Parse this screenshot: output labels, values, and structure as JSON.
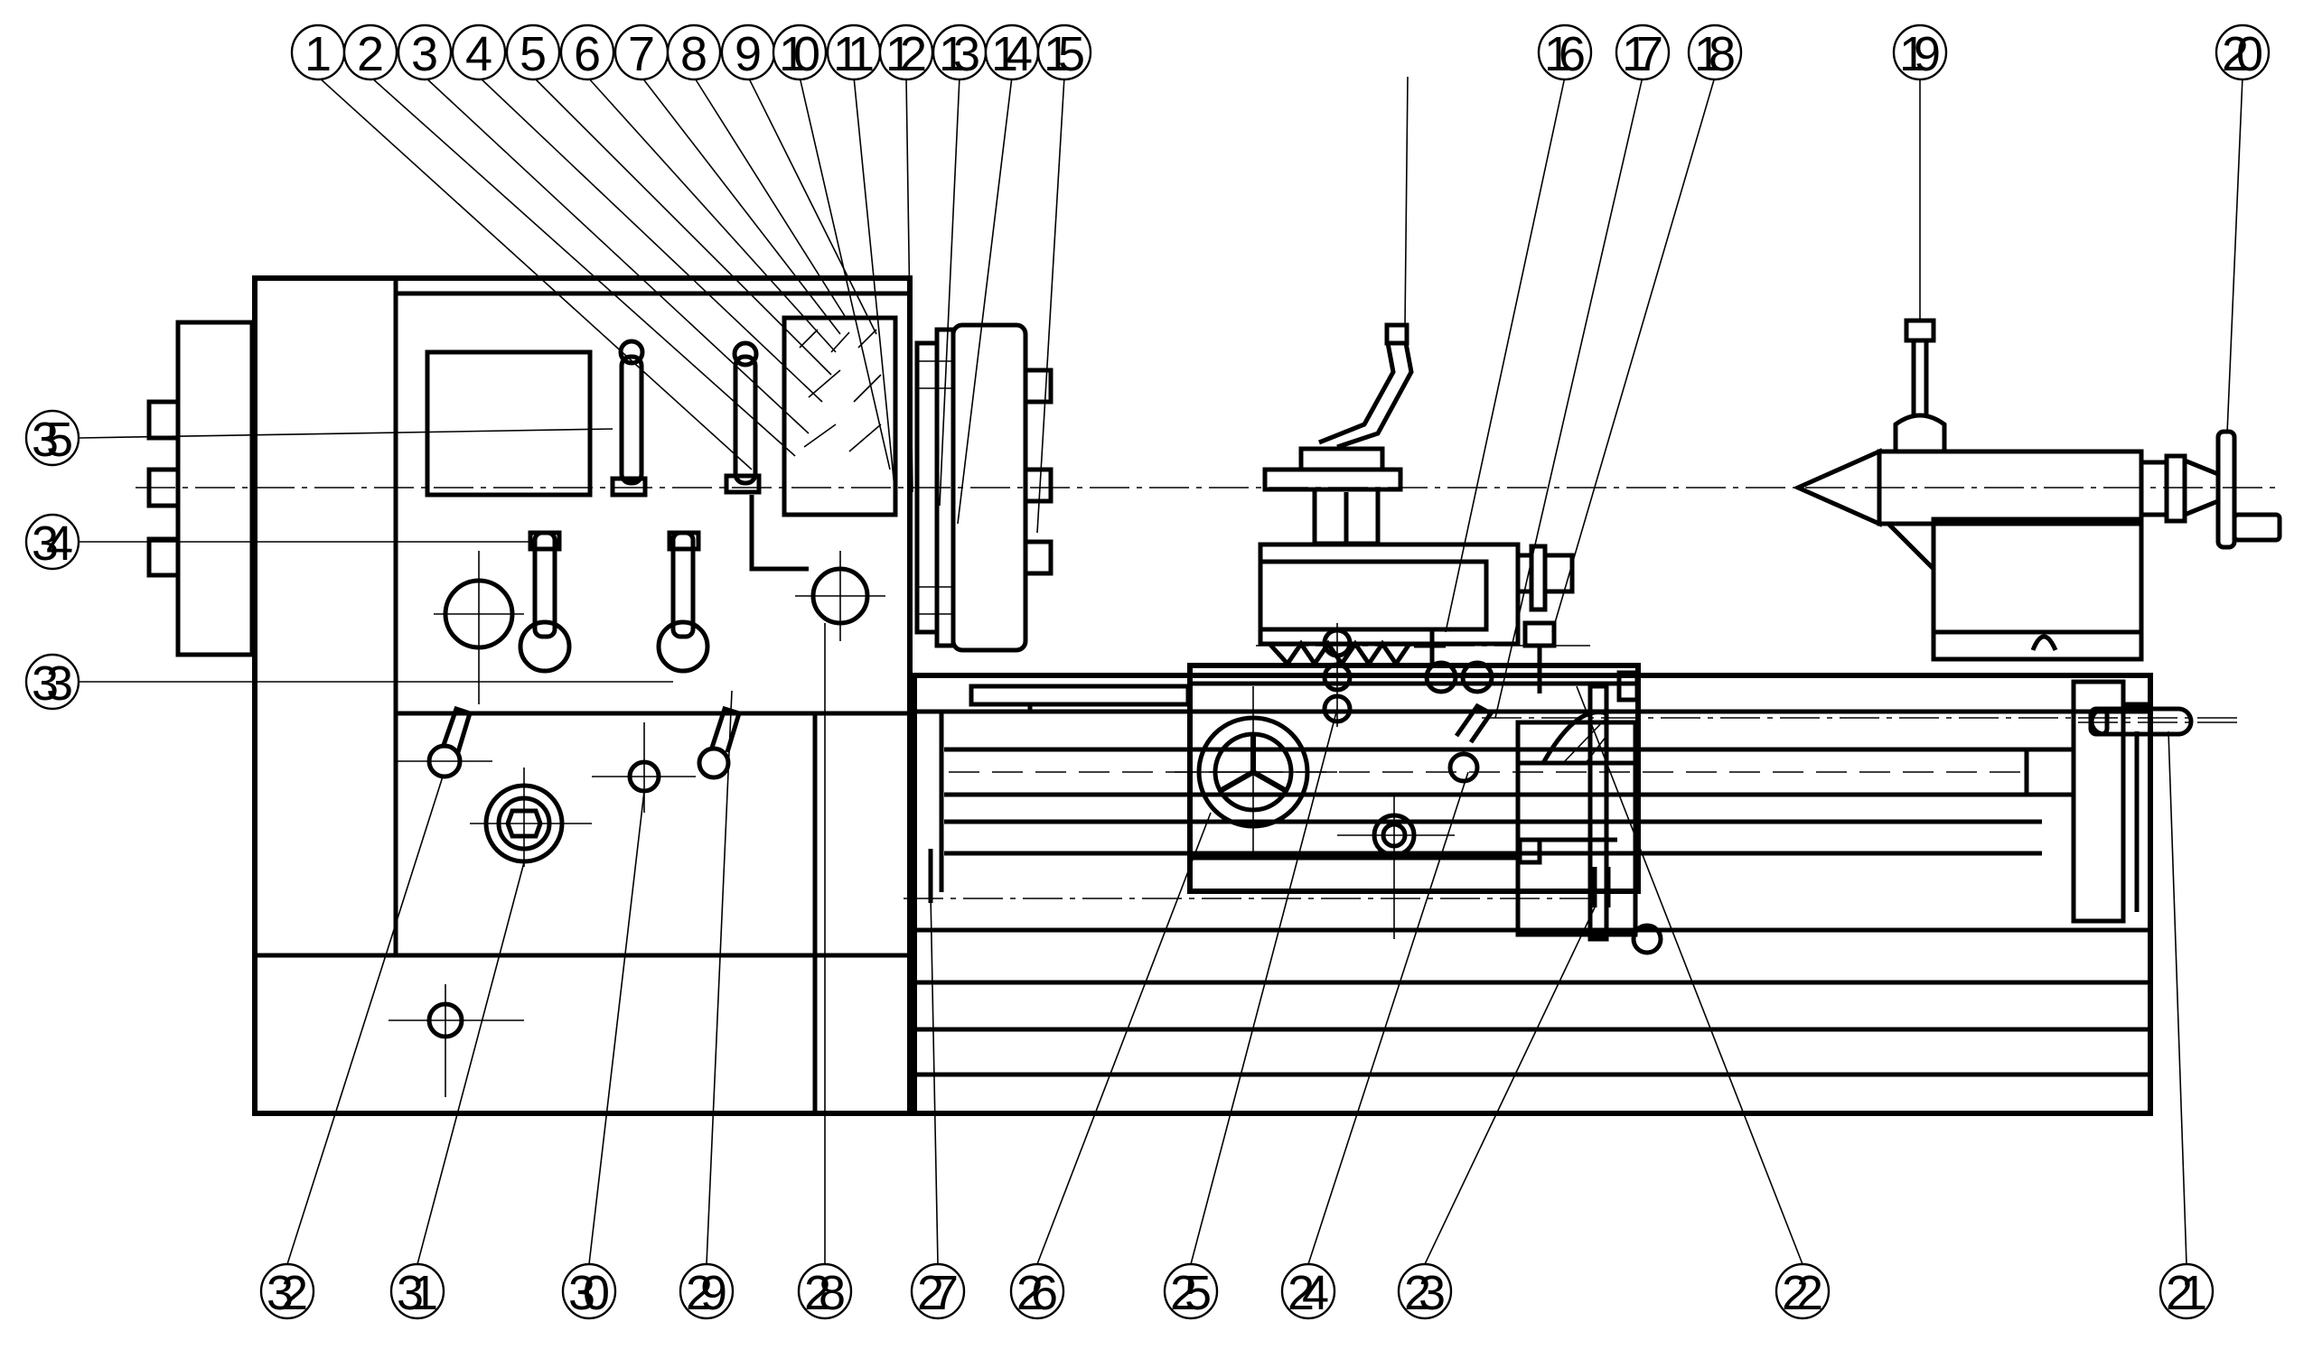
{
  "diagram": {
    "colors": {
      "ink": "#000000",
      "paper": "#ffffff"
    },
    "callouts": [
      {
        "n": "1",
        "label": "1",
        "side": "top"
      },
      {
        "n": "2",
        "label": "2",
        "side": "top"
      },
      {
        "n": "3",
        "label": "3",
        "side": "top"
      },
      {
        "n": "4",
        "label": "4",
        "side": "top"
      },
      {
        "n": "5",
        "label": "5",
        "side": "top"
      },
      {
        "n": "6",
        "label": "6",
        "side": "top"
      },
      {
        "n": "7",
        "label": "7",
        "side": "top"
      },
      {
        "n": "8",
        "label": "8",
        "side": "top"
      },
      {
        "n": "9",
        "label": "9",
        "side": "top"
      },
      {
        "n": "10",
        "label": "10",
        "side": "top"
      },
      {
        "n": "11",
        "label": "11",
        "side": "top"
      },
      {
        "n": "12",
        "label": "12",
        "side": "top"
      },
      {
        "n": "13",
        "label": "13",
        "side": "top"
      },
      {
        "n": "14",
        "label": "14",
        "side": "top"
      },
      {
        "n": "15",
        "label": "15",
        "side": "top"
      },
      {
        "n": "16",
        "label": "16",
        "side": "top"
      },
      {
        "n": "17",
        "label": "17",
        "side": "top"
      },
      {
        "n": "18",
        "label": "18",
        "side": "top"
      },
      {
        "n": "19",
        "label": "19",
        "side": "top"
      },
      {
        "n": "20",
        "label": "20",
        "side": "top"
      },
      {
        "n": "21",
        "label": "21",
        "side": "bottom"
      },
      {
        "n": "22",
        "label": "22",
        "side": "bottom"
      },
      {
        "n": "23",
        "label": "23",
        "side": "bottom"
      },
      {
        "n": "24",
        "label": "24",
        "side": "bottom"
      },
      {
        "n": "25",
        "label": "25",
        "side": "bottom"
      },
      {
        "n": "26",
        "label": "26",
        "side": "bottom"
      },
      {
        "n": "27",
        "label": "27",
        "side": "bottom"
      },
      {
        "n": "28",
        "label": "28",
        "side": "bottom"
      },
      {
        "n": "29",
        "label": "29",
        "side": "bottom"
      },
      {
        "n": "30",
        "label": "30",
        "side": "bottom"
      },
      {
        "n": "31",
        "label": "31",
        "side": "bottom"
      },
      {
        "n": "32",
        "label": "32",
        "side": "bottom"
      },
      {
        "n": "33",
        "label": "33",
        "side": "left"
      },
      {
        "n": "34",
        "label": "34",
        "side": "left"
      },
      {
        "n": "35",
        "label": "35",
        "side": "left"
      }
    ]
  }
}
